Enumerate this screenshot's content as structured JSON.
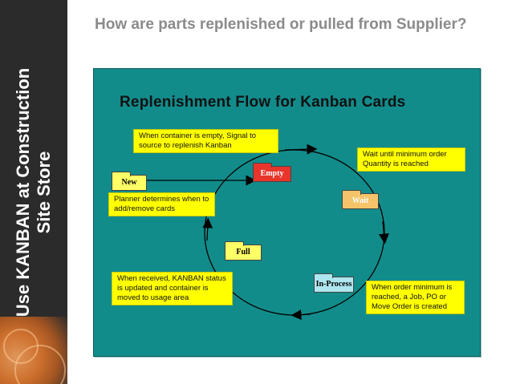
{
  "sidebar": {
    "title_line1": "Use KANBAN at Construction",
    "title_line2": "Site Store"
  },
  "heading": "How are parts replenished or pulled from Supplier?",
  "diagram": {
    "title": "Replenishment Flow for Kanban Cards",
    "states": {
      "new": "New",
      "empty": "Empty",
      "wait": "Wait",
      "in_process": "In-Process",
      "full": "Full"
    },
    "notes": {
      "empty_note": "When container is empty, Signal to source to replenish Kanban",
      "wait_note": "Wait until minimum order Quantity is reached",
      "planner_note": "Planner determines when to add/remove cards",
      "received_note": "When received, KANBAN status is updated and container is moved to usage area",
      "order_note": "When order minimum is reached, a Job, PO or Move Order is created"
    },
    "colors": {
      "background": "#128c8b",
      "note": "#ffff00",
      "new": "#ffff66",
      "empty": "#e8352b",
      "wait": "#f5c46a",
      "in_process": "#aee6ef",
      "full": "#ffff66"
    }
  }
}
